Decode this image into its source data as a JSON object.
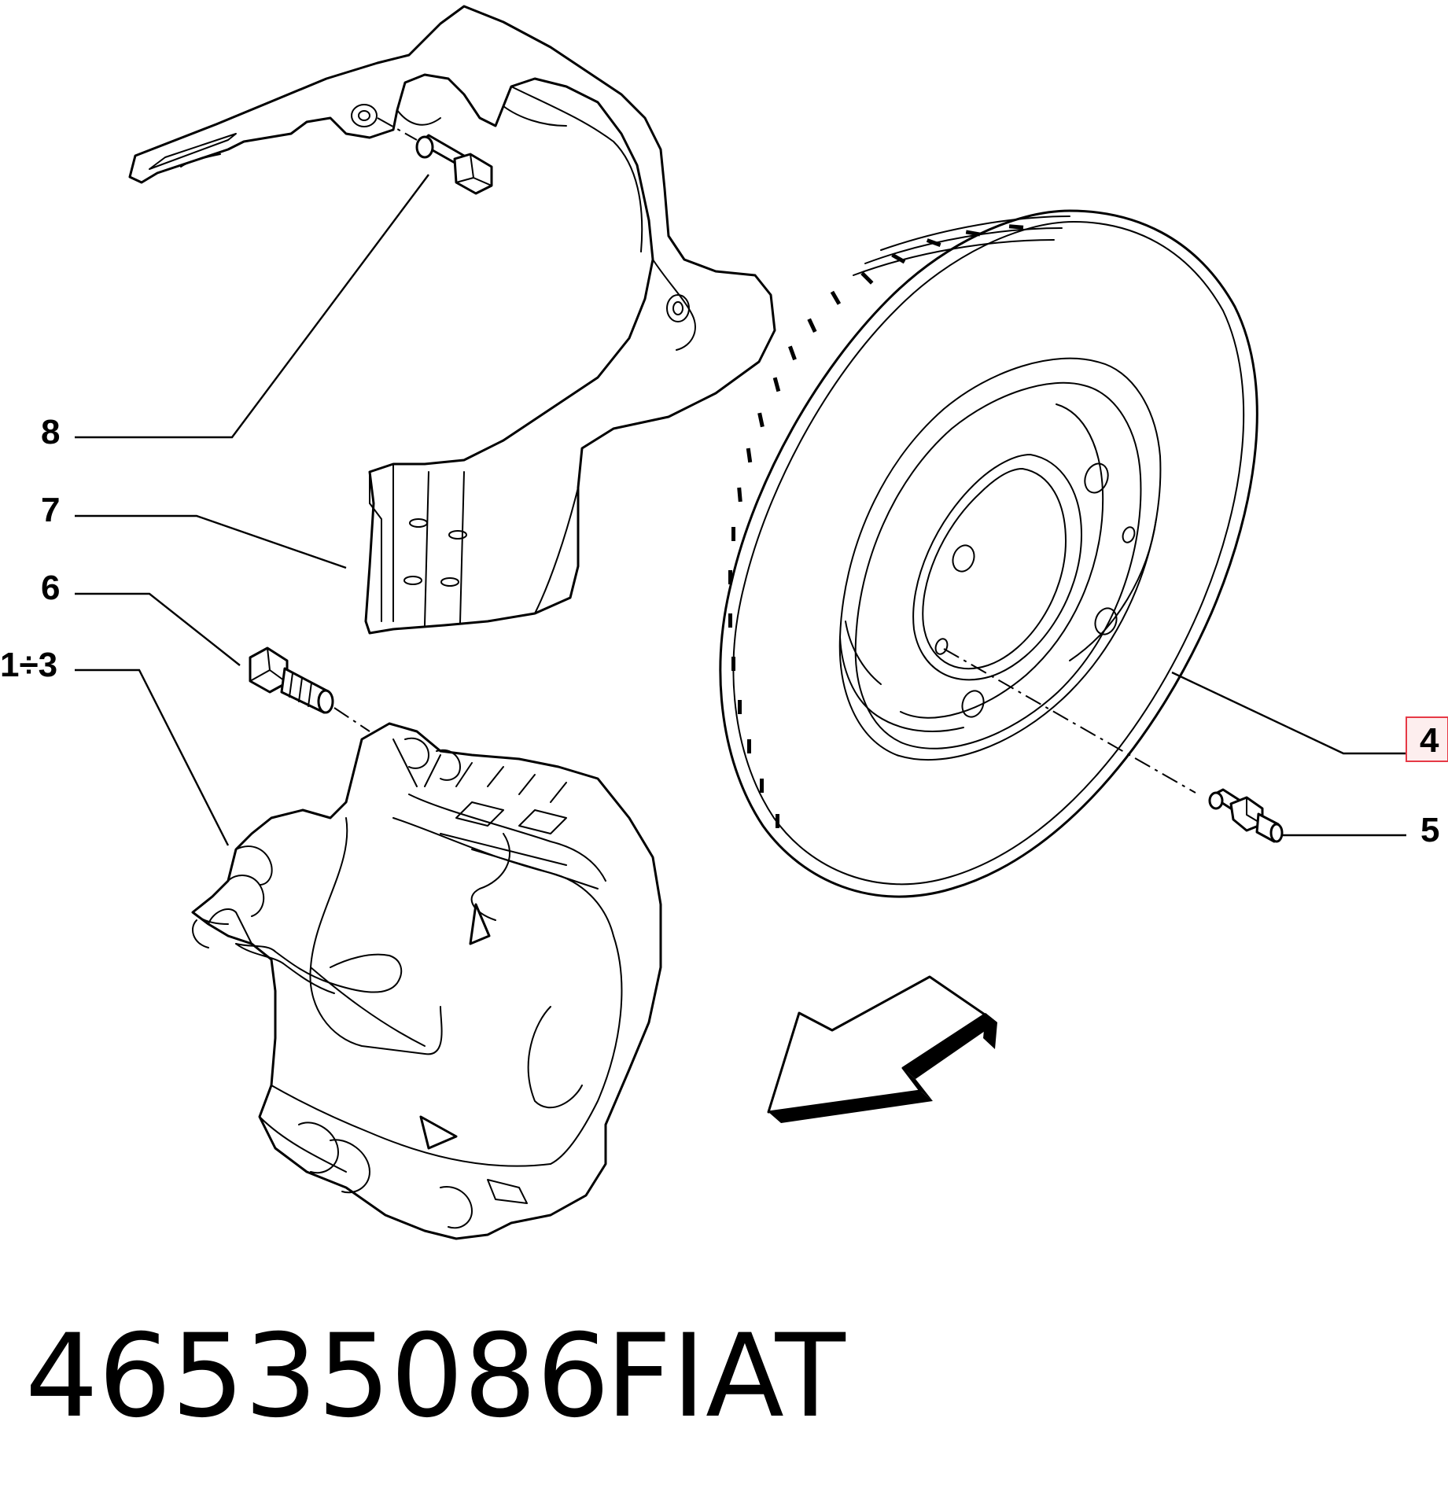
{
  "diagram": {
    "callouts": {
      "c8": "8",
      "c7": "7",
      "c6": "6",
      "c1_3": "1÷3",
      "c4": "4",
      "c5": "5"
    },
    "highlight_color": "#e63946",
    "line_color": "#000000"
  },
  "footer": {
    "part_number": "46535086",
    "brand": "FIAT"
  }
}
